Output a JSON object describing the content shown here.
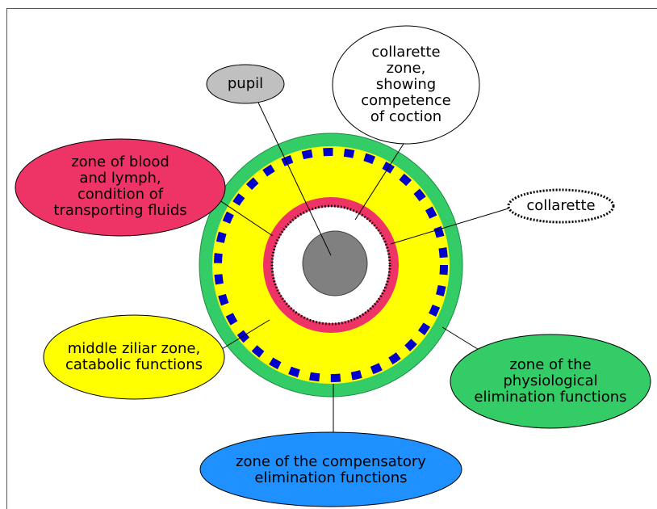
{
  "diagram": {
    "labels": {
      "pupil": "pupil",
      "collarette_zone": "collarette\nzone,\nshowing\ncompetence\nof coction",
      "blood_lymph": "zone of blood\nand lymph,\ncondition of\ntransporting fluids",
      "collarette": "collarette",
      "middle_ziliar": "middle ziliar zone,\ncatabolic functions",
      "physiological": "zone of the\nphysiological\nelimination functions",
      "compensatory": "zone of the compensatory\nelimination functions"
    },
    "colors": {
      "outer_ring": "#33cc66",
      "ziliar_zone": "#ffff00",
      "blood_ring": "#ee3366",
      "pupil": "#808080",
      "dash": "#0000cc",
      "compensatory_callout": "#1e90ff",
      "collarette_zone_callout": "#ffffff",
      "pupil_callout": "#c0c0c0"
    }
  }
}
